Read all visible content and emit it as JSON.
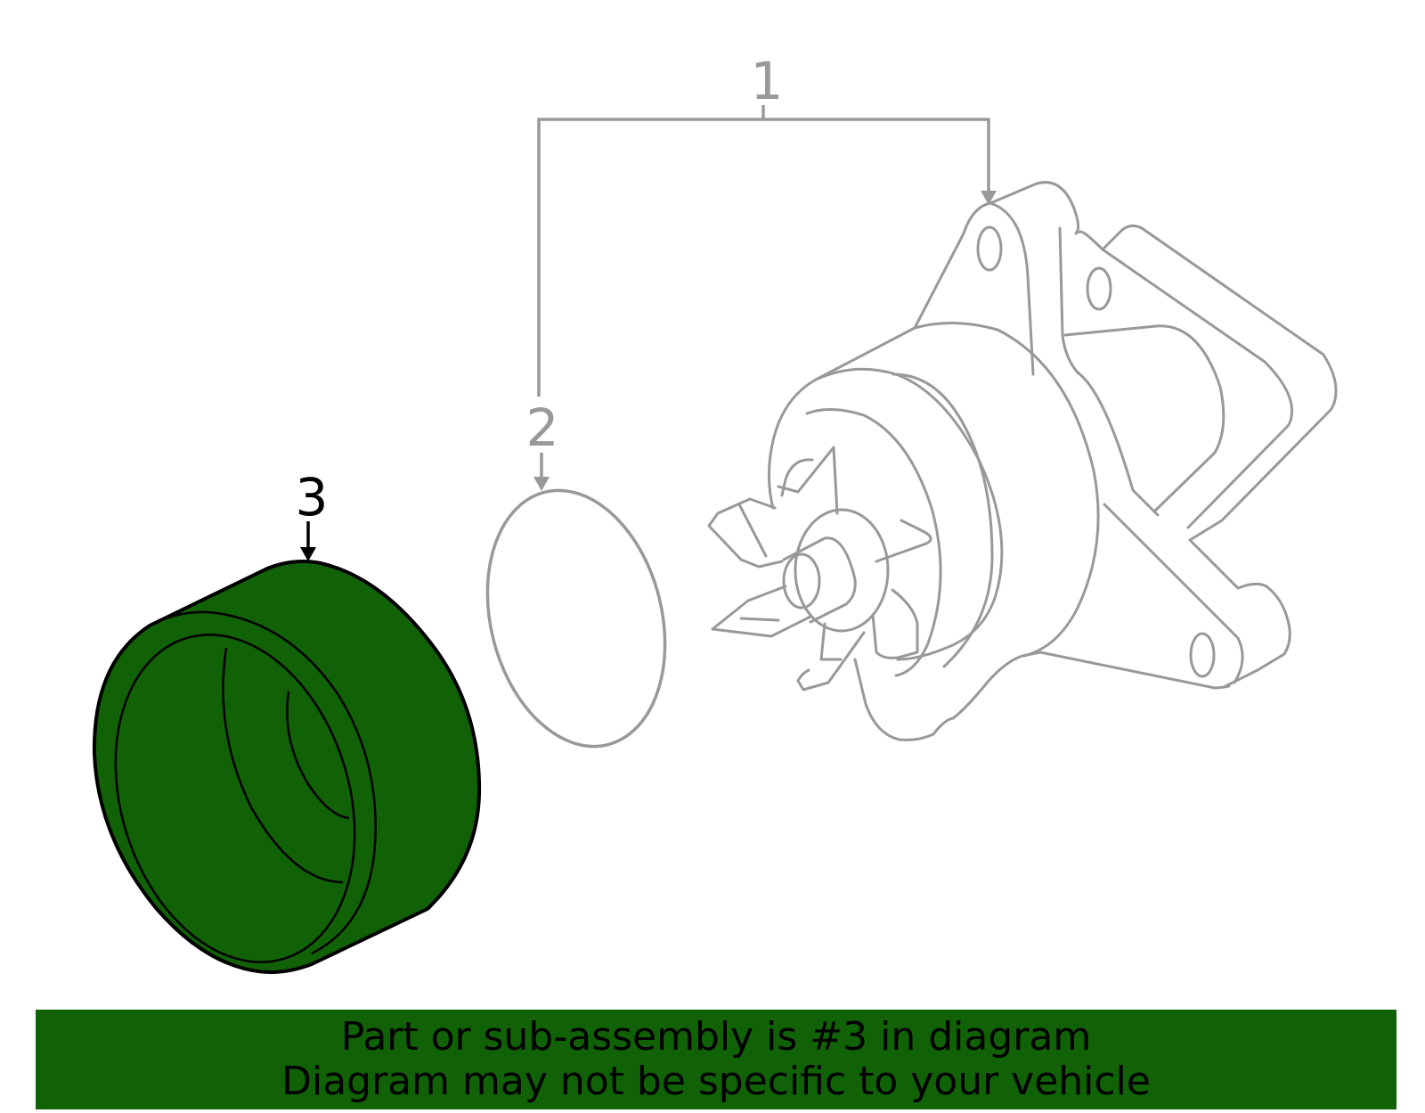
{
  "callouts": [
    {
      "label": "1",
      "color": "#999999"
    },
    {
      "label": "2",
      "color": "#999999"
    },
    {
      "label": "3",
      "color": "#000000"
    }
  ],
  "parts": [
    {
      "name": "water-pump",
      "color": "#999999"
    },
    {
      "name": "gasket",
      "color": "#999999"
    },
    {
      "name": "pulley",
      "color": "#116106",
      "highlighted": true
    }
  ],
  "banner": {
    "line1": "Part or sub-assembly is #3 in diagram",
    "line2": "Diagram may not be specific to your vehicle",
    "color": "#116106"
  }
}
